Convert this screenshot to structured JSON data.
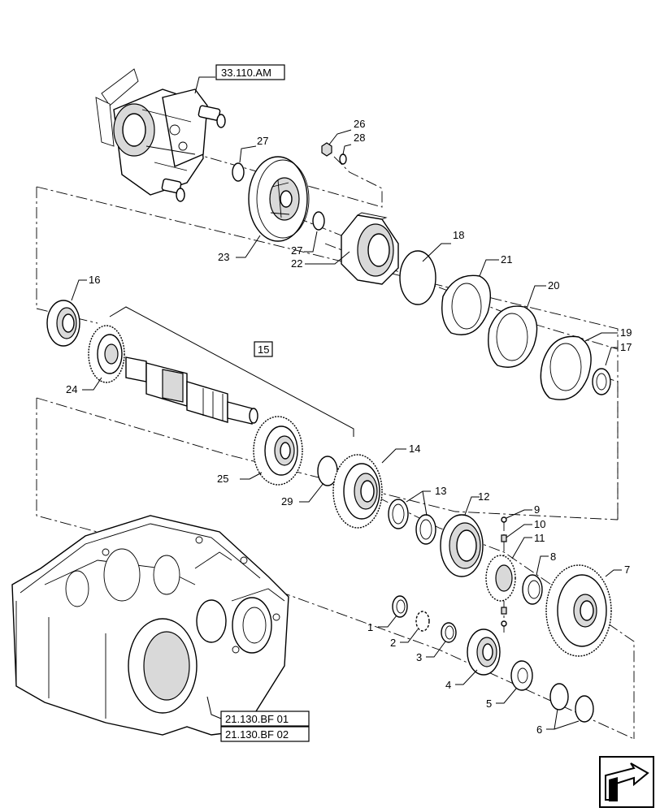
{
  "references": {
    "top": "33.110.AM",
    "bottom_1": "21.130.BF 01",
    "bottom_2": "21.130.BF 02",
    "assembly": "15"
  },
  "callouts": [
    "1",
    "2",
    "3",
    "4",
    "5",
    "6",
    "7",
    "8",
    "9",
    "10",
    "11",
    "12",
    "13",
    "14",
    "16",
    "17",
    "18",
    "19",
    "20",
    "21",
    "22",
    "23",
    "24",
    "25",
    "26",
    "27",
    "27",
    "28",
    "29"
  ],
  "nav_icon": "next-page-arrow-icon"
}
